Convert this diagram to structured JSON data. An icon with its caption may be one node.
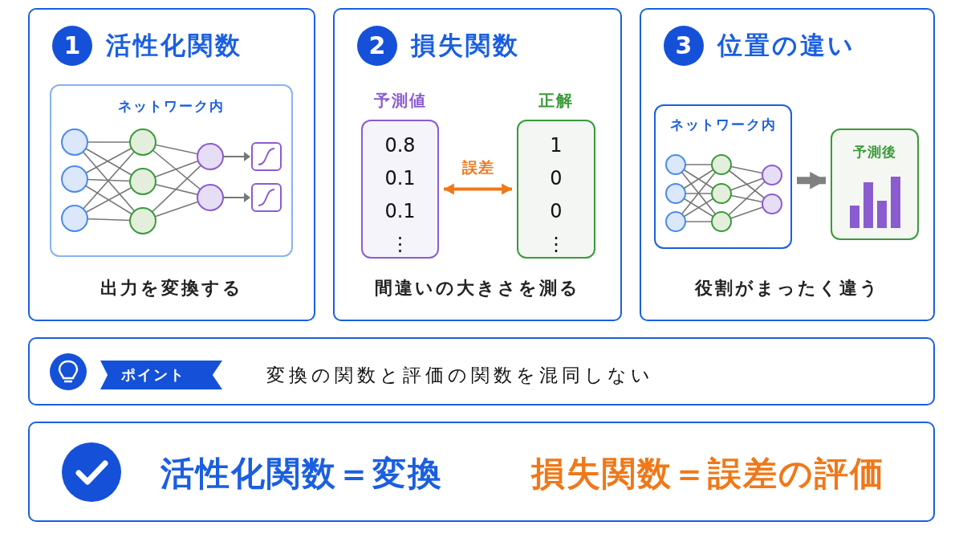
{
  "diagram": {
    "nodes": [
      {
        "text": [
          "1",
          "活性化関数",
          "出力を変換する"
        ]
      },
      {
        "text": [
          "ネットワーク内"
        ],
        "in": 0
      },
      {
        "text": [
          "2",
          "損失関数",
          "間違いの大きさを測る"
        ]
      },
      {
        "text": [
          "予測値",
          "0.8",
          "0.1",
          "0.1",
          "⋮"
        ],
        "in": 2
      },
      {
        "text": [
          "正解",
          "1",
          "0",
          "0",
          "⋮"
        ],
        "in": 2
      },
      {
        "text": [
          "3",
          "位置の違い",
          "役割がまったく違う"
        ]
      },
      {
        "text": [
          "ネットワーク内"
        ],
        "in": 5
      },
      {
        "text": [
          "予測後"
        ],
        "in": 5
      },
      {
        "text": [
          "ポイント",
          "変換の関数と評価の関数を混同しない"
        ]
      },
      {
        "text": [
          "活性化関数＝変換",
          "損失関数＝誤差の評価"
        ]
      }
    ],
    "edges": [
      {
        "from": 3,
        "to": 4,
        "arrow": "both",
        "label": "誤差",
        "color": "#f07818"
      },
      {
        "from": 6,
        "to": 7,
        "arrow": "to",
        "style": "thick",
        "color": "#808080"
      }
    ]
  }
}
